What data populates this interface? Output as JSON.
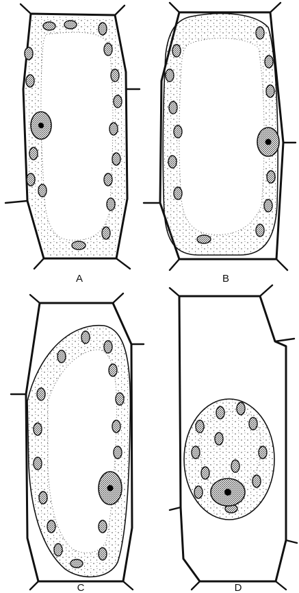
{
  "figure": {
    "panels": [
      {
        "id": "A",
        "label": "A"
      },
      {
        "id": "B",
        "label": "B"
      },
      {
        "id": "C",
        "label": "C"
      },
      {
        "id": "D",
        "label": "D"
      }
    ],
    "colors": {
      "ink": "#111111",
      "background": "#ffffff"
    }
  }
}
